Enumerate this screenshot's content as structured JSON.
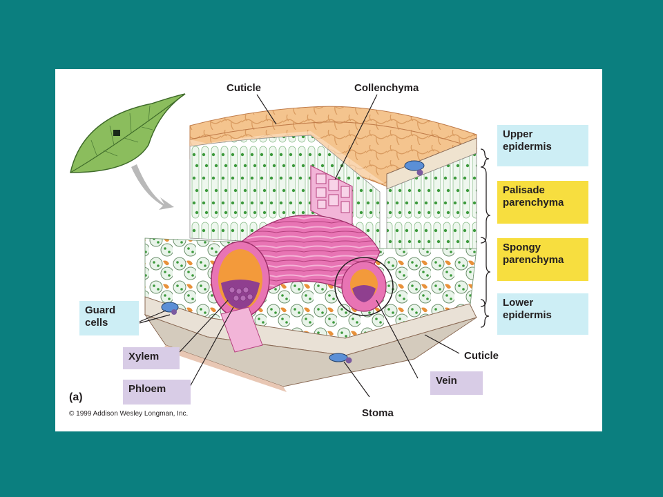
{
  "labels": {
    "cuticle_top": "Cuticle",
    "collenchyma": "Collenchyma",
    "upper_epidermis": "Upper\nepidermis",
    "palisade": "Palisade\nparenchyma",
    "spongy": "Spongy\nparenchyma",
    "lower_epidermis": "Lower\nepidermis",
    "guard_cells": "Guard\ncells",
    "xylem": "Xylem",
    "phloem": "Phloem",
    "cuticle_bottom": "Cuticle",
    "vein": "Vein",
    "stoma": "Stoma"
  },
  "panel_letter": "(a)",
  "copyright": "© 1999 Addison Wesley Longman, Inc.",
  "colors": {
    "background": "#0b7f7f",
    "label_box_blue": "#cdeef5",
    "label_box_yellow": "#f7de3f",
    "label_box_purple": "#d8cce6"
  }
}
